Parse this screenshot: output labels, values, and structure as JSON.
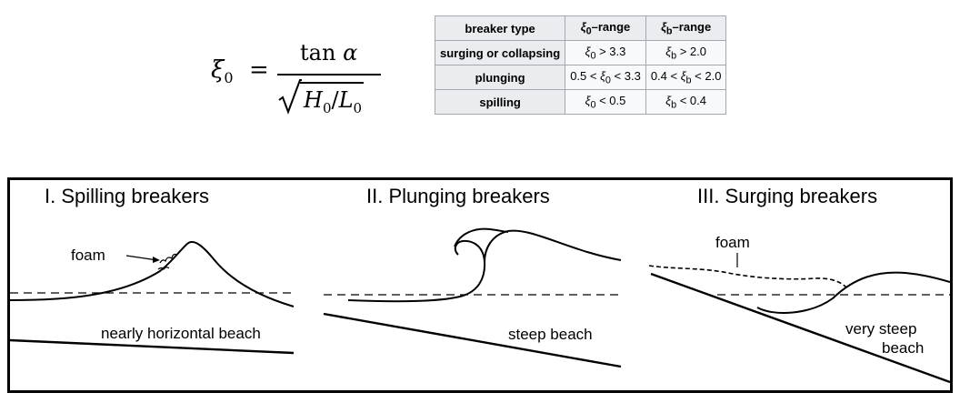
{
  "formula": {
    "symbol": "ξ",
    "subscript": "0",
    "equals": "=",
    "numerator_fn": "tan",
    "numerator_var": "α",
    "denominator_h": "H",
    "denominator_h_sub": "0",
    "denominator_slash": "/",
    "denominator_l": "L",
    "denominator_l_sub": "0"
  },
  "table": {
    "headers": [
      "breaker type",
      "ξ0–range",
      "ξb–range"
    ],
    "rows": [
      {
        "type": "surging or collapsing",
        "xi0": "ξ0 > 3.3",
        "xib": "ξb > 2.0"
      },
      {
        "type": "plunging",
        "xi0": "0.5 < ξ0 < 3.3",
        "xib": "0.4 < ξb < 2.0"
      },
      {
        "type": "spilling",
        "xi0": "ξ0 < 0.5",
        "xib": "ξb < 0.4"
      }
    ]
  },
  "diagram": {
    "panels": [
      {
        "title": "I. Spilling breakers",
        "labels": [
          "foam",
          "nearly horizontal beach"
        ]
      },
      {
        "title": "II. Plunging breakers",
        "labels": [
          "steep beach"
        ]
      },
      {
        "title": "III. Surging breakers",
        "labels": [
          "foam",
          "very steep",
          "beach"
        ]
      }
    ]
  }
}
